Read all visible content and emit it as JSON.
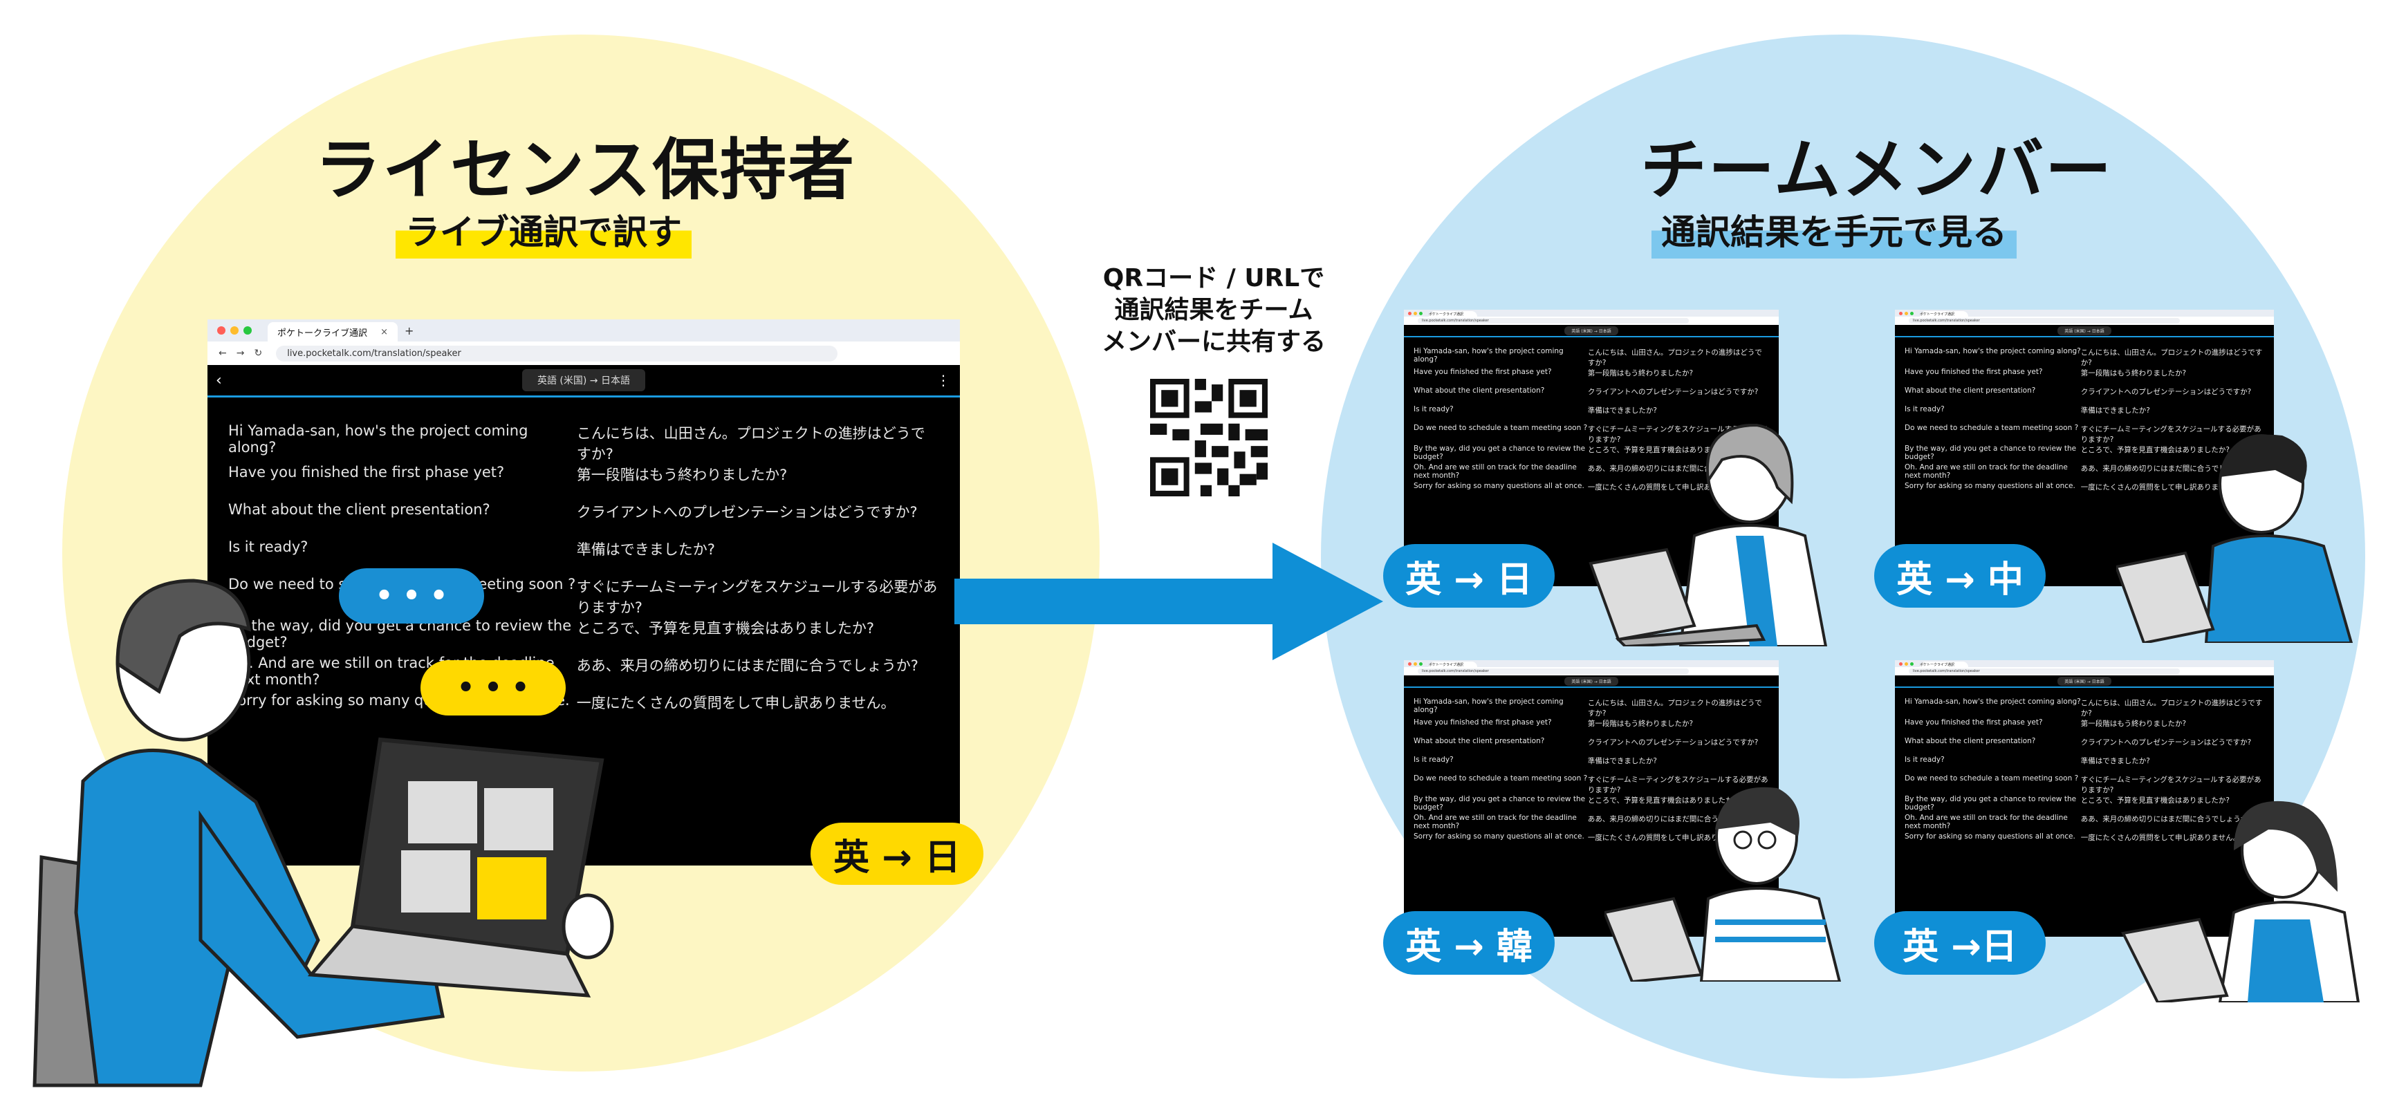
{
  "left": {
    "title": "ライセンス保持者",
    "subtitle": "ライブ通訳で訳す",
    "badge": "英 → 日",
    "speech_dots": "• • •"
  },
  "right": {
    "title": "チームメンバー",
    "subtitle": "通訳結果を手元で見る",
    "badges": [
      "英 → 日",
      "英 → 中",
      "英 → 韓",
      "英 →日"
    ]
  },
  "share": {
    "lines": [
      "QRコード / URLで",
      "通訳結果をチーム",
      "メンバーに共有する"
    ]
  },
  "browser": {
    "tab_title": "ポケトークライブ通訳",
    "url": "live.pocketalk.com/translation/speaker",
    "lang_label": "英語 (米国)  →  日本語"
  },
  "transcript": [
    {
      "en": "Hi Yamada-san, how's the project coming along?",
      "ja": "こんにちは、山田さん。プロジェクトの進捗はどうですか?"
    },
    {
      "en": "Have you finished the first phase yet?",
      "ja": "第一段階はもう終わりましたか?"
    },
    {
      "en": "What about the client presentation?",
      "ja": "クライアントへのプレゼンテーションはどうですか?"
    },
    {
      "en": "Is it ready?",
      "ja": "準備はできましたか?"
    },
    {
      "en": "Do we need to schedule a team meeting soon ?",
      "ja": "すぐにチームミーティングをスケジュールする必要がありますか?"
    },
    {
      "en": "By the way, did you get a chance to review the budget?",
      "ja": "ところで、予算を見直す機会はありましたか?"
    },
    {
      "en": "Oh. And are we still on track for the deadline next month?",
      "ja": "ああ、来月の締め切りにはまだ間に合うでしょうか?"
    },
    {
      "en": "Sorry for asking so many questions all at once.",
      "ja": "一度にたくさんの質問をして申し訳ありません。"
    }
  ],
  "colors": {
    "left_circle": "#fdf6c3",
    "right_circle": "#c3e4f6",
    "accent_yellow": "#ffd900",
    "accent_blue": "#0f8fd6"
  }
}
